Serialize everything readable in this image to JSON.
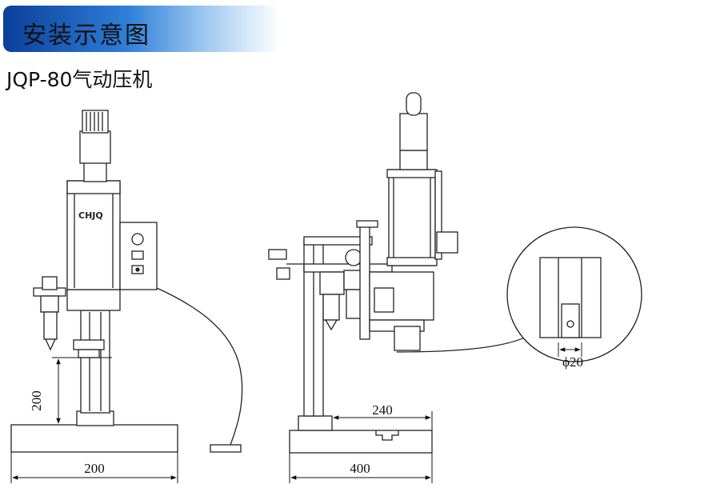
{
  "banner": {
    "title": "安装示意图",
    "color_dark": "#0a3f9a",
    "color_light": "#a7cdf2"
  },
  "model": {
    "title": "JQP-80气动压机"
  },
  "machine": {
    "label": "CHJQ"
  },
  "dimensions": {
    "front_width": "200",
    "front_height": "200",
    "side_width": "400",
    "side_reach": "240",
    "detail_diameter": "ϕ20"
  }
}
